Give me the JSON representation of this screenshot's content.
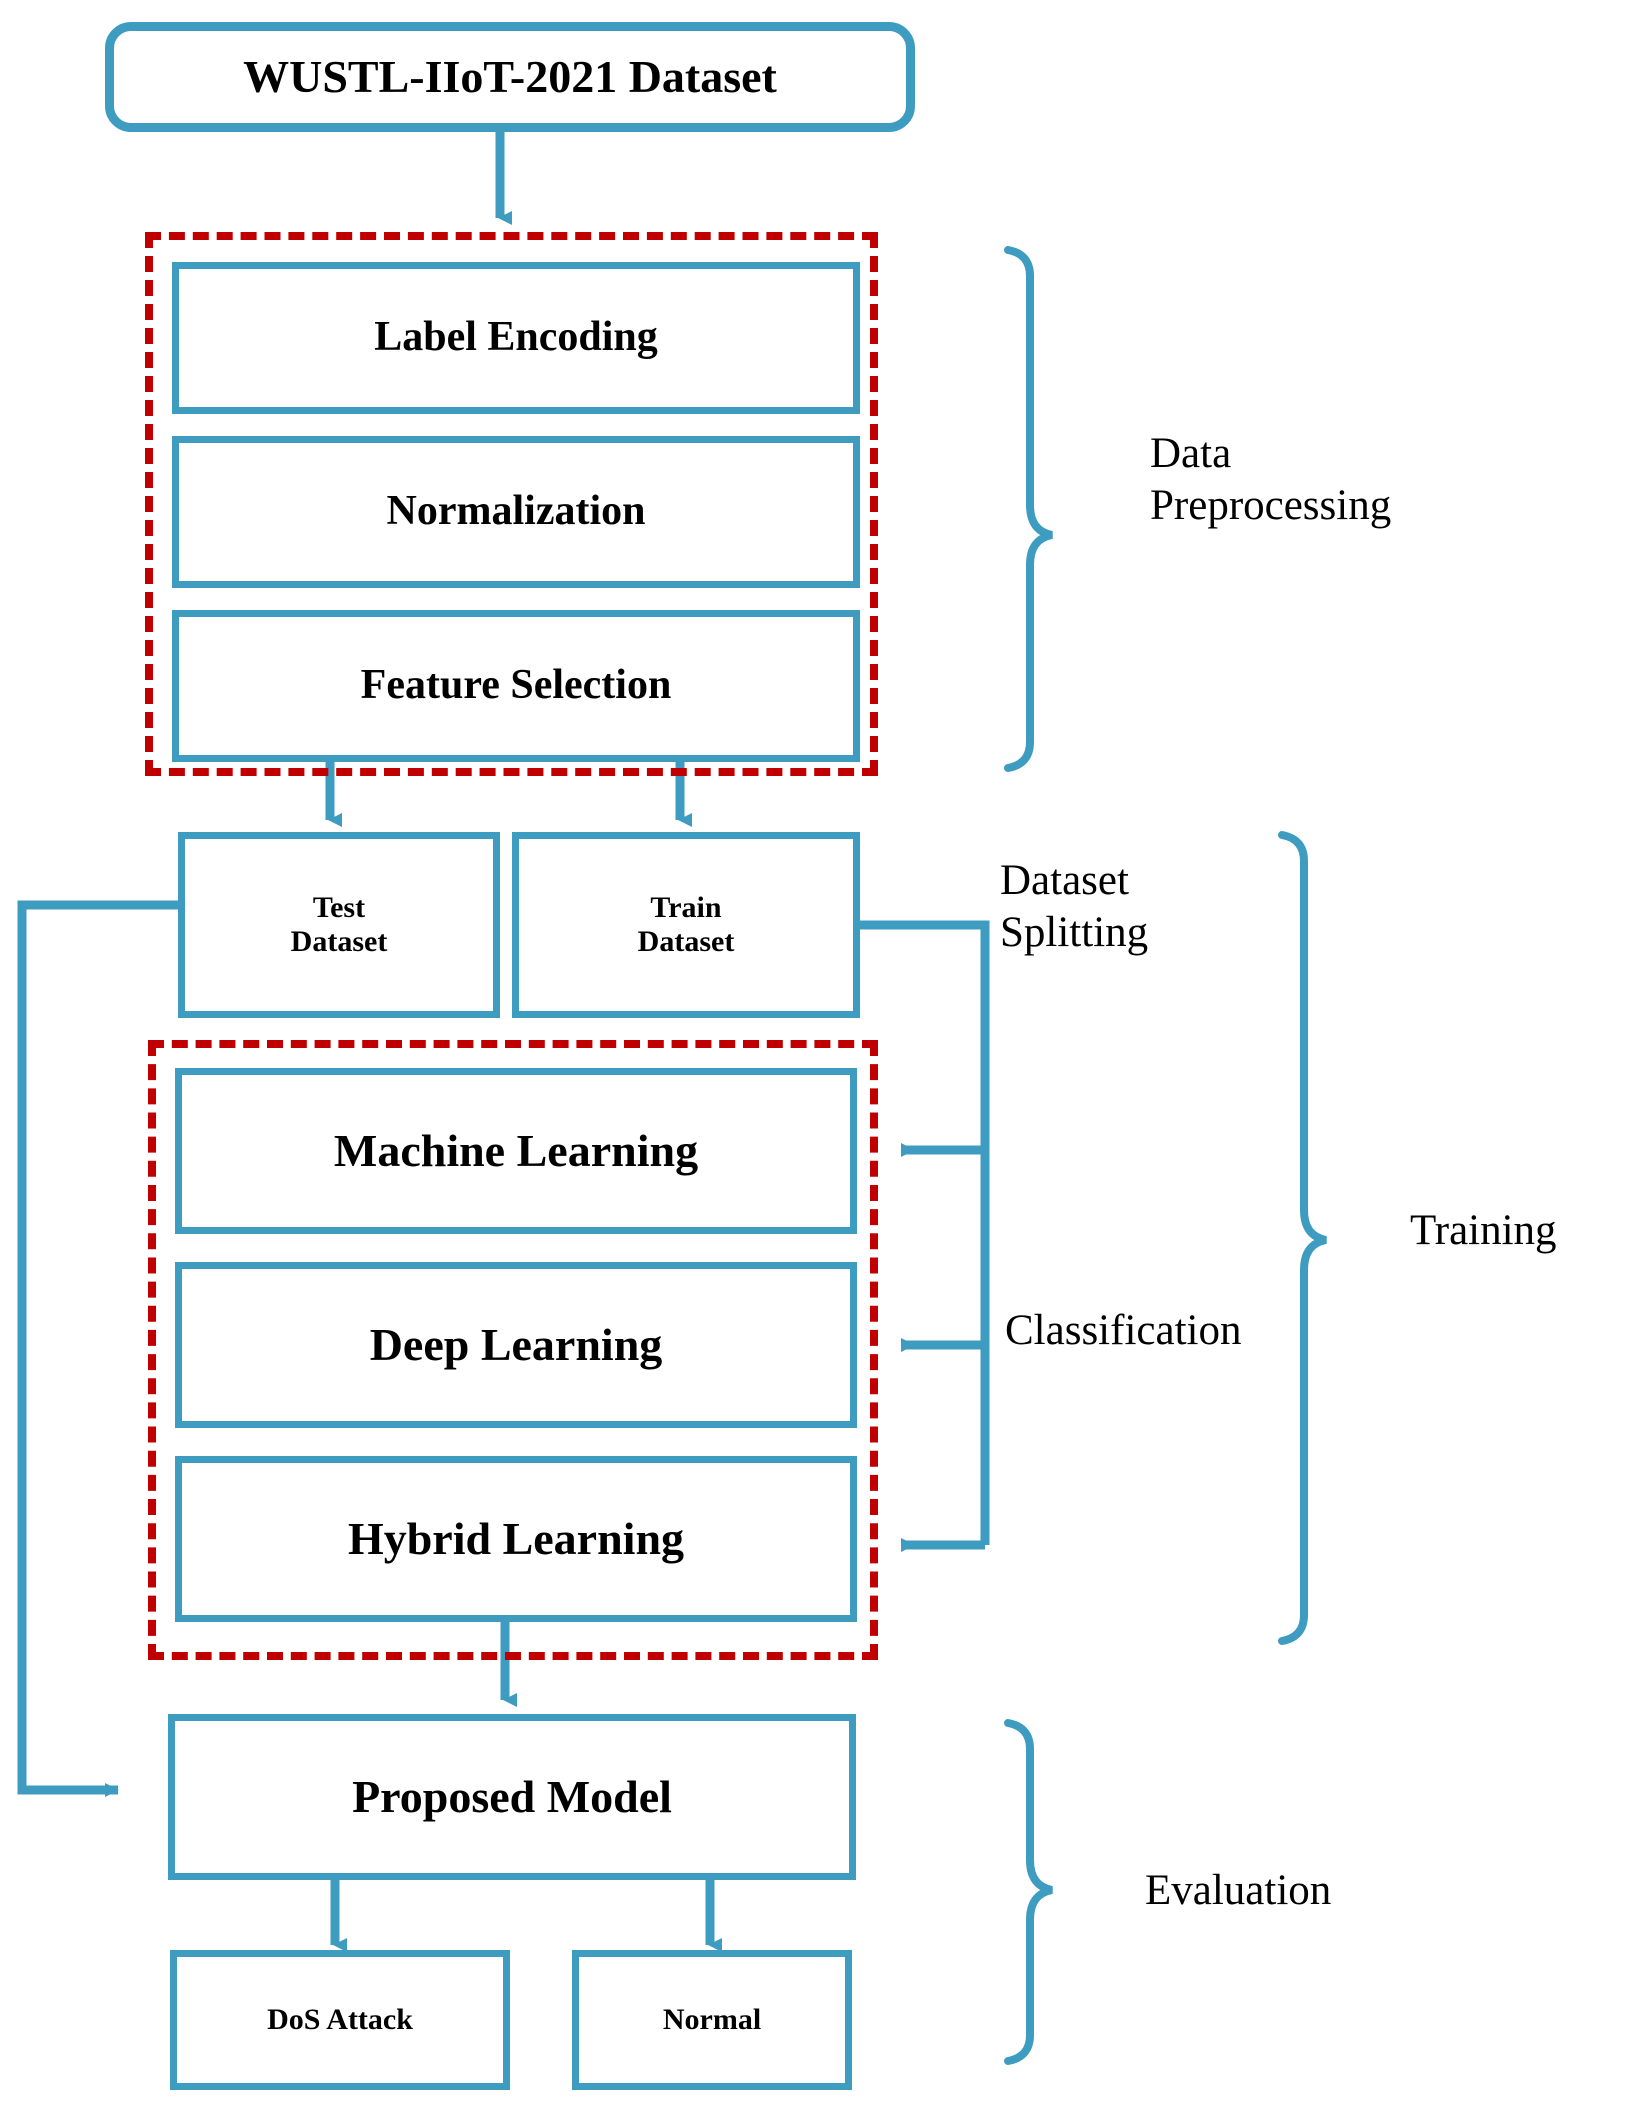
{
  "diagram": {
    "title_node": {
      "label": "WUSTL-IIoT-2021 Dataset"
    },
    "preprocessing_steps": [
      {
        "label": "Label Encoding"
      },
      {
        "label": "Normalization"
      },
      {
        "label": "Feature Selection"
      }
    ],
    "split_nodes": [
      {
        "label": "Test\nDataset"
      },
      {
        "label": "Train\nDataset"
      }
    ],
    "learning_nodes": [
      {
        "label": "Machine Learning"
      },
      {
        "label": "Deep Learning"
      },
      {
        "label": "Hybrid Learning"
      }
    ],
    "model_node": {
      "label": "Proposed Model"
    },
    "output_nodes": [
      {
        "label": "DoS Attack"
      },
      {
        "label": "Normal"
      }
    ],
    "stage_labels": {
      "preprocessing": "Data\nPreprocessing",
      "splitting": "Dataset\nSplitting",
      "classification": "Classification",
      "training": "Training",
      "evaluation": "Evaluation"
    },
    "colors": {
      "accent_blue": "#3e9cc0",
      "group_red": "#c00000",
      "text": "#000000",
      "background": "#ffffff"
    }
  }
}
